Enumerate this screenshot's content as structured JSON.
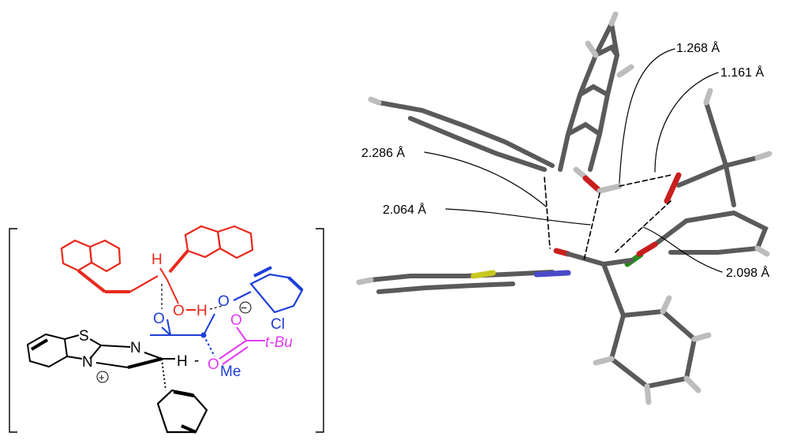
{
  "scheme": {
    "colors": {
      "red": "#e8291c",
      "blue": "#1e3fd8",
      "magenta": "#e23cf0",
      "black": "#000000",
      "gray": "#5a5a5a",
      "light_gray": "#bdbdbd"
    },
    "atoms": {
      "h_top": "H",
      "o_left": "O",
      "o_right": "O",
      "h_bridge": "H",
      "o_phenoxy": "O",
      "cl": "Cl",
      "o_enolate": "O",
      "minus": "−",
      "tbu": "t-Bu",
      "s": "S",
      "n_ring": "N",
      "n_amide": "N",
      "plus": "+",
      "h_stereo": "H",
      "dash": "-",
      "me": "Me"
    }
  },
  "model3d": {
    "distances": [
      {
        "id": "d1",
        "label": "1.268 Å"
      },
      {
        "id": "d2",
        "label": "1.161 Å"
      },
      {
        "id": "d3",
        "label": "2.286 Å"
      },
      {
        "id": "d4",
        "label": "2.064 Å"
      },
      {
        "id": "d5",
        "label": "2.098 Å"
      }
    ]
  }
}
